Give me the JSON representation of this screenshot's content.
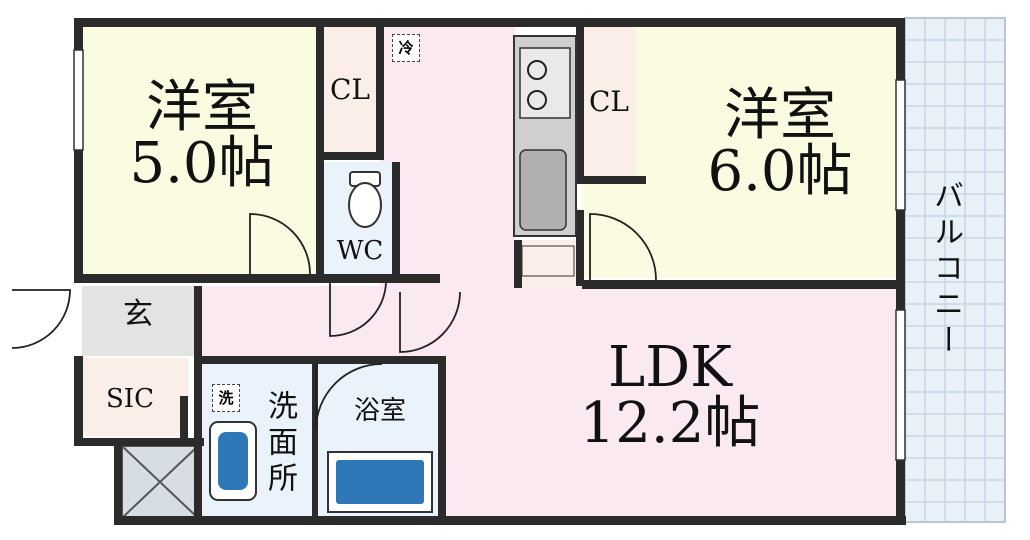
{
  "floorplan": {
    "rooms": {
      "western_room_1": {
        "name": "洋室",
        "size": "5.0帖"
      },
      "western_room_2": {
        "name": "洋室",
        "size": "6.0帖"
      },
      "ldk": {
        "name": "LDK",
        "size": "12.2帖"
      },
      "closet_1": {
        "name": "CL"
      },
      "closet_2": {
        "name": "CL"
      },
      "toilet": {
        "name": "WC"
      },
      "entrance": {
        "name": "玄"
      },
      "shoe_closet": {
        "name": "SIC"
      },
      "washroom": {
        "name": "洗面所"
      },
      "bathroom": {
        "name": "浴室"
      },
      "balcony": {
        "name": "バルコニー"
      }
    },
    "markers": {
      "refrigerator": "冷",
      "washing_machine": "洗"
    },
    "colors": {
      "western_room": "#fbfbe1",
      "ldk": "#fbe9f1",
      "closet": "#fbeee9",
      "wet_area": "#eaf3fb",
      "balcony": "#e7eff7",
      "wall": "#2b2b2b"
    }
  }
}
